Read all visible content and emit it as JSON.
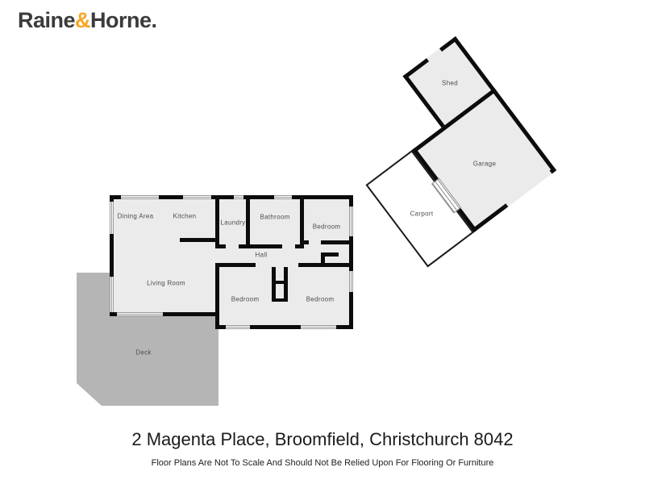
{
  "logo": {
    "raine": "Raine",
    "amp": "&",
    "horne": "Horne",
    "mark": ".",
    "amp_color": "#F5A623",
    "text_color": "#3B3B3D"
  },
  "floorplan": {
    "rooms": [
      {
        "label": "Dining Area"
      },
      {
        "label": "Kitchen"
      },
      {
        "label": "Laundry"
      },
      {
        "label": "Bathroom"
      },
      {
        "label": "Bedroom"
      },
      {
        "label": "Hall"
      },
      {
        "label": "Living Room"
      },
      {
        "label": "Bedroom"
      },
      {
        "label": "Bedroom"
      },
      {
        "label": "Deck"
      }
    ],
    "outbuilding_rooms": [
      {
        "label": "Shed"
      },
      {
        "label": "Garage"
      },
      {
        "label": "Carport"
      }
    ],
    "colors": {
      "wall": "#0C0C0C",
      "room_fill": "#EBEBEB",
      "deck_fill": "#B5B5B5",
      "carport_fill": "#FFFFFF",
      "label_text": "#4D4D4D"
    }
  },
  "footer": {
    "address": "2 Magenta Place, Broomfield, Christchurch 8042",
    "disclaimer": "Floor Plans Are Not To Scale And Should Not Be Relied Upon For Flooring Or Furniture"
  }
}
